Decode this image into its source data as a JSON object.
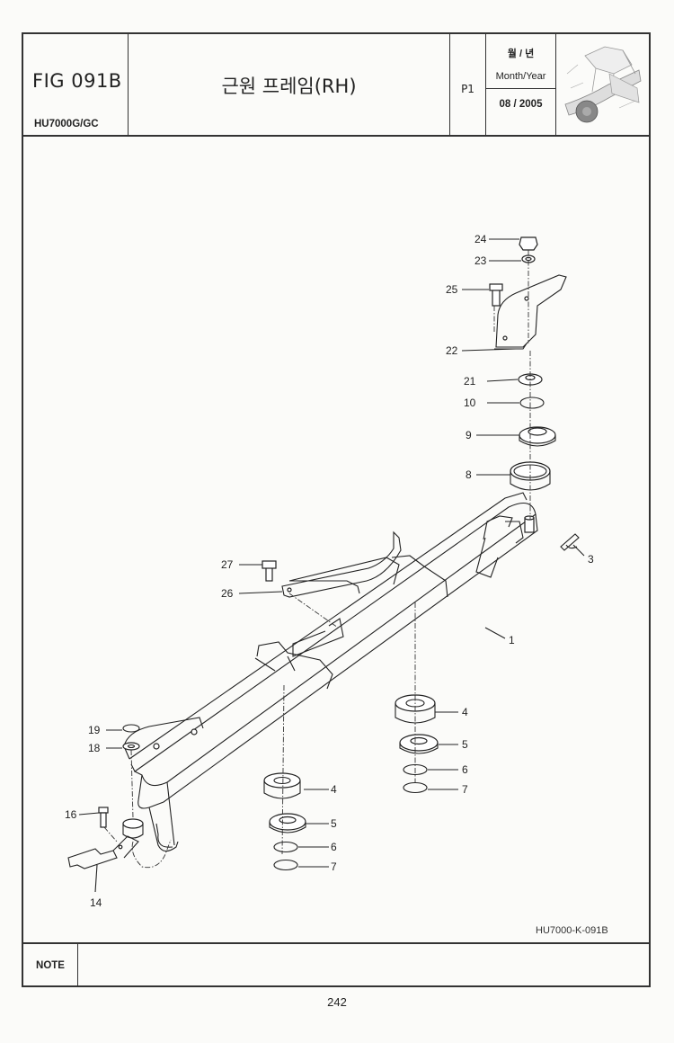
{
  "header": {
    "fig_code": "FIG 091B",
    "model": "HU7000G/GC",
    "title": "근원 프레임(RH)",
    "page_label": "P1",
    "date_label_ko": "월 / 년",
    "date_label_en": "Month/Year",
    "date_value": "08 / 2005"
  },
  "diagram": {
    "drawing_code": "HU7000-K-091B",
    "callouts": [
      "24",
      "23",
      "25",
      "22",
      "21",
      "10",
      "9",
      "8",
      "3",
      "27",
      "26",
      "1",
      "4",
      "5",
      "6",
      "7",
      "19",
      "18",
      "16",
      "14",
      "4",
      "5",
      "6",
      "7"
    ]
  },
  "note": {
    "label": "NOTE"
  },
  "footer": {
    "page_number": "242"
  }
}
